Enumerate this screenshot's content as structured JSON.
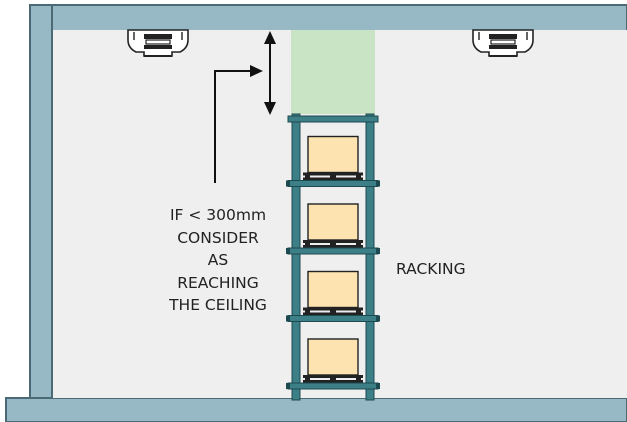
{
  "colors": {
    "room_fill": "#97b9c6",
    "room_stroke": "#4c6a74",
    "room_inside": "#efefef",
    "clearance_zone": "#c9e4c5",
    "rack_frame": "#3d7f87",
    "box_fill": "#fce3b0",
    "pallet_fill": "#222222",
    "arrow": "#111111",
    "text": "#222222"
  },
  "icons": {
    "sprinkler": "ceiling-sprinkler-icon",
    "box": "box-icon",
    "pallet": "pallet-icon"
  },
  "annotation": {
    "lines": [
      "IF < 300mm",
      "CONSIDER",
      "AS",
      "REACHING",
      "THE CEILING"
    ]
  },
  "racking": {
    "label": "RACKING",
    "levels": 4
  }
}
